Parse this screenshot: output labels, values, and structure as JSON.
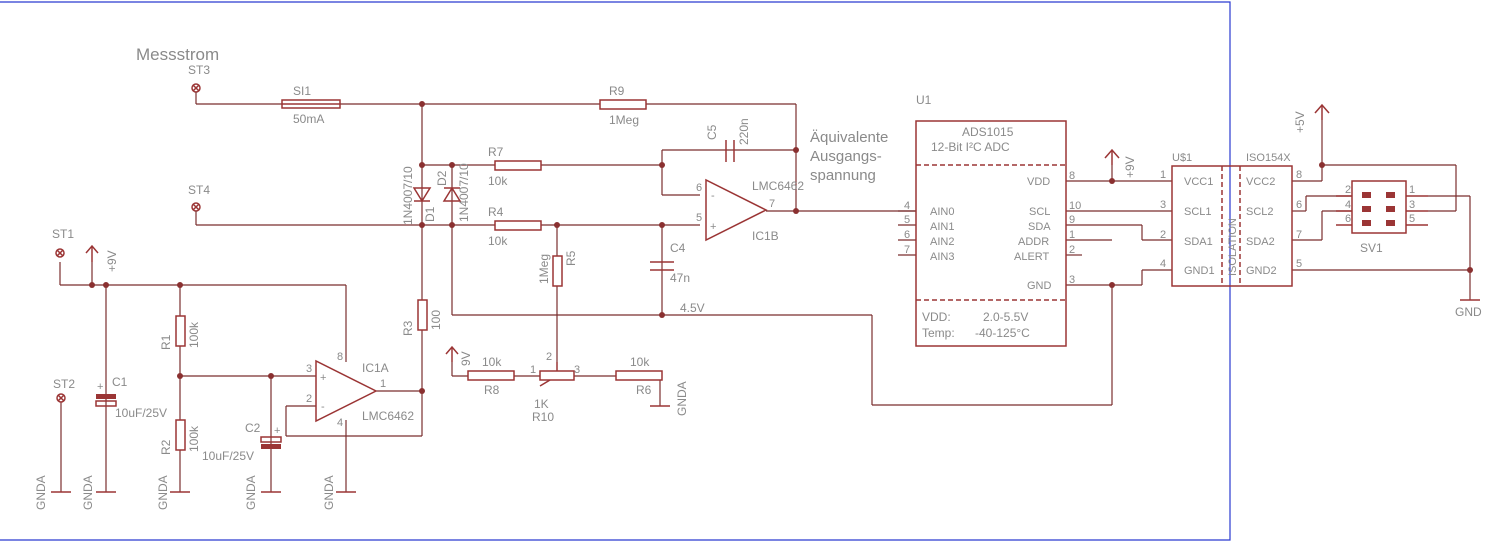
{
  "labels": {
    "messstrom": "Messstrom",
    "aeq1": "Äquivalente",
    "aeq2": "Ausgangs-",
    "aeq3": "spannung",
    "st1": "ST1",
    "st2": "ST2",
    "st3": "ST3",
    "st4": "ST4",
    "si1": "SI1",
    "si1v": "50mA",
    "r9": "R9",
    "r9v": "1Meg",
    "r7": "R7",
    "r7v": "10k",
    "r4": "R4",
    "r4v": "10k",
    "r5": "R5",
    "r5v": "1Meg",
    "r1": "R1",
    "r1v": "100k",
    "r2": "R2",
    "r2v": "100k",
    "r3": "R3",
    "r3v": "100",
    "r8": "R8",
    "r8v": "10k",
    "r6": "R6",
    "r6v": "10k",
    "r10": "R10",
    "r10v": "1K",
    "c1": "C1",
    "c1v": "10uF/25V",
    "c2": "C2",
    "c2v": "10uF/25V",
    "c4": "C4",
    "c4v": "47n",
    "c5": "C5",
    "c5v": "220n",
    "d1": "D1",
    "d1v": "1N4007/10",
    "d2": "D2",
    "d2v": "1N4007/10",
    "ic1a": "IC1A",
    "ic1a_v": "LMC6462",
    "ic1b": "IC1B",
    "ic1b_v": "LMC6462",
    "net45": "4.5V",
    "p9v": "+9V",
    "p9v2": "9V",
    "p5v": "+5V",
    "gnda": "GNDA",
    "gnd": "GND",
    "u1": "U1",
    "u1_name": "ADS1015",
    "u1_desc": "12-Bit I²C ADC",
    "u1_vdd_l": "VDD:",
    "u1_vdd_v": "2.0-5.5V",
    "u1_temp_l": "Temp:",
    "u1_temp_v": "-40-125°C",
    "u1_pin_vdd": "VDD",
    "u1_pin_scl": "SCL",
    "u1_pin_sda": "SDA",
    "u1_pin_addr": "ADDR",
    "u1_pin_alert": "ALERT",
    "u1_pin_gnd": "GND",
    "u1_pin_ain0": "AIN0",
    "u1_pin_ain1": "AIN1",
    "u1_pin_ain2": "AIN2",
    "u1_pin_ain3": "AIN3",
    "us1": "U$1",
    "us1_name": "ISO154X",
    "isolation": "ISOLATION",
    "iso_vcc1": "VCC1",
    "iso_scl1": "SCL1",
    "iso_sda1": "SDA1",
    "iso_gnd1": "GND1",
    "iso_vcc2": "VCC2",
    "iso_scl2": "SCL2",
    "iso_sda2": "SDA2",
    "iso_gnd2": "GND2",
    "sv1": "SV1",
    "n1": "1",
    "n2": "2",
    "n3": "3",
    "n4": "4",
    "n5": "5",
    "n6": "6",
    "n7": "7",
    "n8": "8",
    "n9": "9",
    "n10": "10",
    "plus": "+",
    "minus": "-"
  }
}
